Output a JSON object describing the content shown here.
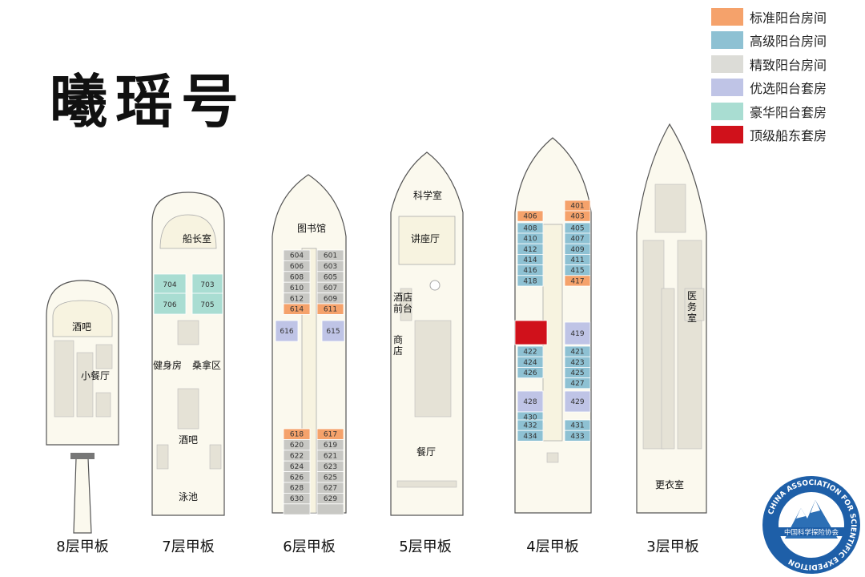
{
  "title": "曦瑶号",
  "legend": [
    {
      "label": "标准阳台房间",
      "color": "#F5A26B"
    },
    {
      "label": "高级阳台房间",
      "color": "#8EC1D3"
    },
    {
      "label": "精致阳台房间",
      "color": "#DCDCD7"
    },
    {
      "label": "优选阳台套房",
      "color": "#BFC4E6"
    },
    {
      "label": "豪华阳台套房",
      "color": "#A9DDD2"
    },
    {
      "label": "顶级船东套房",
      "color": "#D0111B"
    }
  ],
  "decks": [
    {
      "label": "8层甲板",
      "areas": {
        "bar": "酒吧",
        "dining": "小餐厅"
      }
    },
    {
      "label": "7层甲板",
      "areas": {
        "captain": "船长室",
        "gym": "健身房",
        "sauna": "桑拿区",
        "bar": "酒吧",
        "pool": "泳池"
      },
      "rooms": [
        "704",
        "703",
        "706",
        "705"
      ]
    },
    {
      "label": "6层甲板",
      "areas": {
        "library": "图书馆"
      },
      "rooms": [
        "604",
        "601",
        "606",
        "603",
        "608",
        "605",
        "610",
        "607",
        "612",
        "609",
        "614",
        "611",
        "616",
        "615",
        "618",
        "617",
        "620",
        "619",
        "622",
        "621",
        "624",
        "623",
        "626",
        "625",
        "628",
        "627",
        "630",
        "629"
      ]
    },
    {
      "label": "5层甲板",
      "areas": {
        "science": "科学室",
        "lecture": "讲座厅",
        "hotel1": "酒店",
        "hotel2": "前台",
        "shop1": "商",
        "shop2": "店",
        "restaurant": "餐厅"
      }
    },
    {
      "label": "4层甲板",
      "rooms": [
        "401",
        "406",
        "403",
        "408",
        "405",
        "410",
        "407",
        "412",
        "409",
        "414",
        "411",
        "416",
        "415",
        "418",
        "417",
        "419",
        "422",
        "421",
        "424",
        "423",
        "426",
        "425",
        "427",
        "428",
        "430",
        "429",
        "432",
        "431",
        "434",
        "433"
      ]
    },
    {
      "label": "3层甲板",
      "areas": {
        "medical1": "医",
        "medical2": "务",
        "medical3": "室",
        "locker": "更衣室"
      }
    }
  ],
  "logo": {
    "ring_text": "CHINA ASSOCIATION FOR SCIENTIFIC EXPEDITION",
    "center_text": "中国科学探险协会"
  }
}
